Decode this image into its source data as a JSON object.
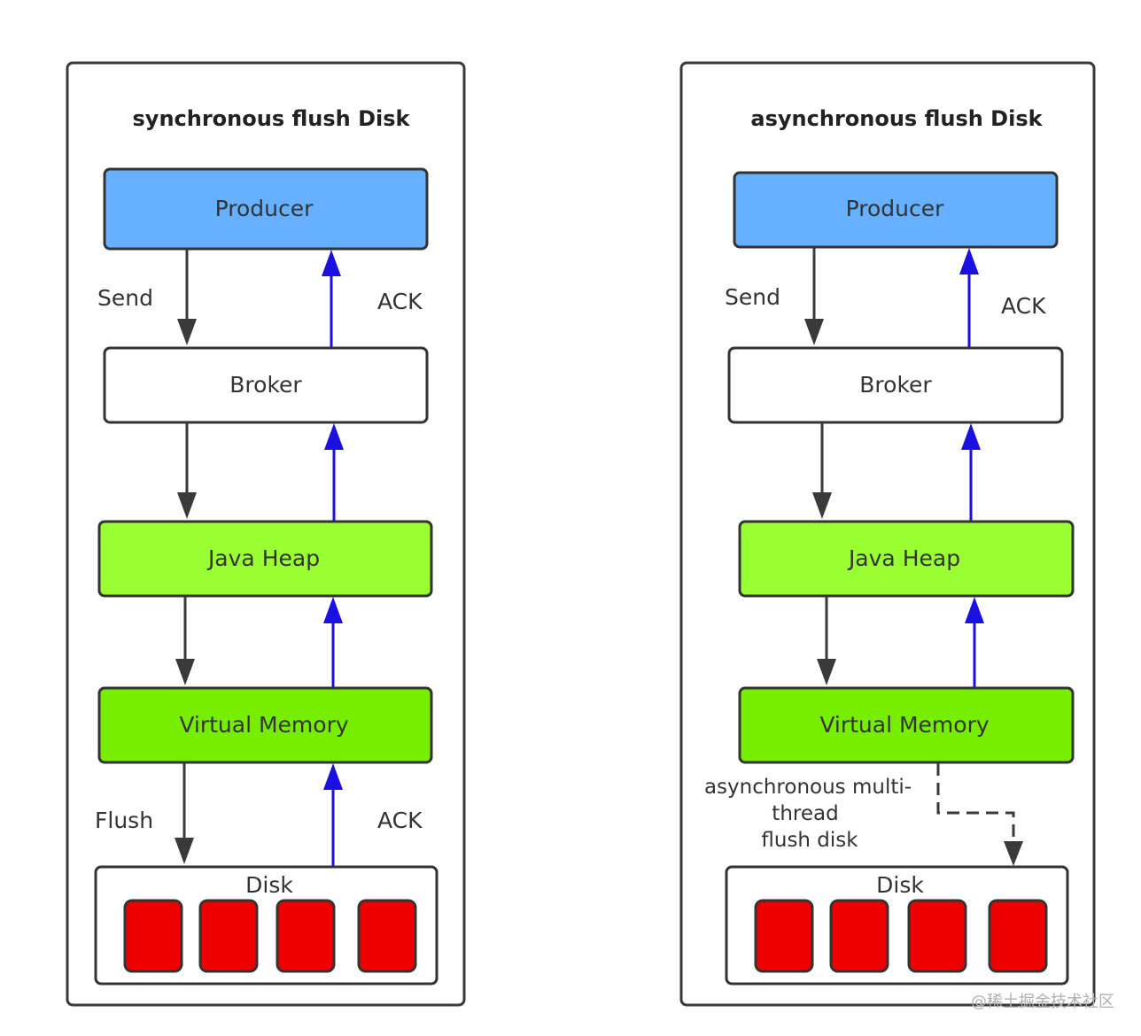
{
  "colors": {
    "producer": "#66b0ff",
    "broker": "#ffffff",
    "java_heap": "#99ff33",
    "virtual_memory": "#77ee00",
    "disk_block": "#ee0000",
    "down_arrow": "#3a3a3a",
    "ack_arrow": "#1a10e0"
  },
  "left": {
    "title": "synchronous flush Disk",
    "producer": "Producer",
    "broker": "Broker",
    "java_heap": "Java Heap",
    "virtual_memory": "Virtual Memory",
    "disk": "Disk",
    "send_label": "Send",
    "ack_top_label": "ACK",
    "flush_label": "Flush",
    "ack_bottom_label": "ACK"
  },
  "right": {
    "title": "asynchronous flush Disk",
    "producer": "Producer",
    "broker": "Broker",
    "java_heap": "Java Heap",
    "virtual_memory": "Virtual Memory",
    "disk": "Disk",
    "send_label": "Send",
    "ack_top_label": "ACK",
    "async_note": [
      "asynchronous multi-",
      "thread",
      "flush disk"
    ]
  },
  "watermark": "@稀土掘金技术社区"
}
